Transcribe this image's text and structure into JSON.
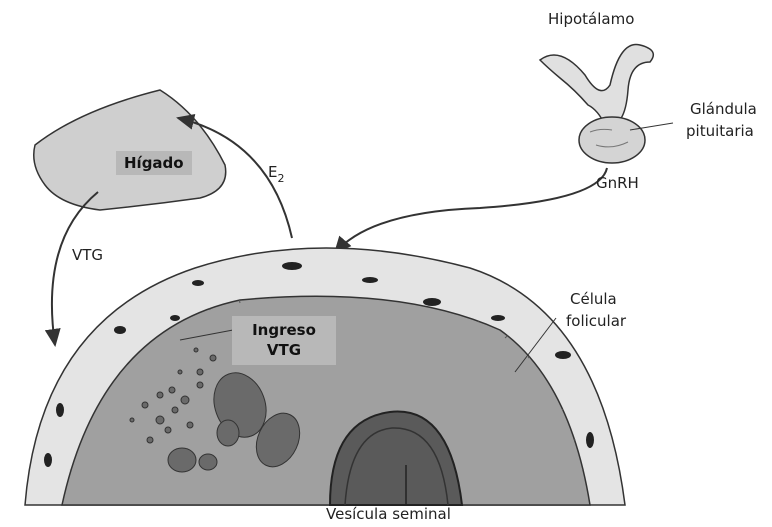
{
  "labels": {
    "hypothalamus": "Hipotálamo",
    "pituitary_line1": "Glándula",
    "pituitary_line2": "pituitaria",
    "gnrh": "GnRH",
    "liver": "Hígado",
    "e2_base": "E",
    "e2_sub": "2",
    "vtg": "VTG",
    "uptake_line1": "Ingreso",
    "uptake_line2": "VTG",
    "follicle_cell_line1": "Célula",
    "follicle_cell_line2": "folicular",
    "seminal_vesicle": "Vesícula seminal"
  },
  "colors": {
    "liver_fill": "#cfcfcf",
    "oocyte_fill": "#a0a0a0",
    "label_box": "#b8b8b8",
    "line": "#333333"
  }
}
